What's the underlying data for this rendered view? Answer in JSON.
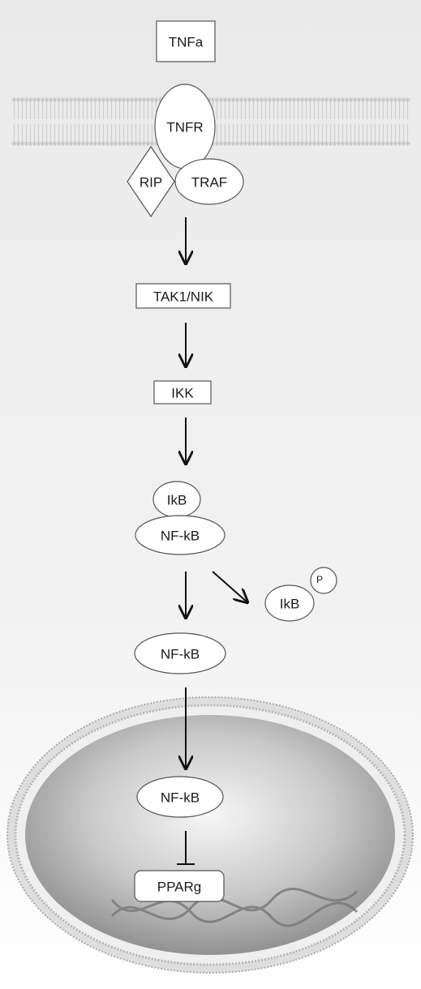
{
  "nodes": {
    "tnfa": "TNFa",
    "tnfr": "TNFR",
    "rip": "RIP",
    "traf": "TRAF",
    "tak1_nik": "TAK1/NIK",
    "ikk": "IKK",
    "ikb_bound": "IkB",
    "nfkb_bound": "NF-kB",
    "ikb_released": "IkB",
    "phospho_label": "P",
    "nfkb_free": "NF-kB",
    "nfkb_nucleus": "NF-kB",
    "pparg": "PPARg"
  },
  "colors": {
    "background_top": "#ececec",
    "background_bottom": "#ffffff",
    "node_fill": "#ffffff",
    "stroke": "#555555",
    "arrow": "#111111",
    "membrane": "#bdbdbd",
    "nucleus_center": "#f6f6f6",
    "nucleus_edge": "#8f8f8f",
    "dna": "#7a7a7a"
  },
  "edges": [
    {
      "from": "traf",
      "to": "tak1_nik",
      "type": "activation"
    },
    {
      "from": "tak1_nik",
      "to": "ikk",
      "type": "activation"
    },
    {
      "from": "ikk",
      "to": "ikb_nfkb_complex",
      "type": "activation"
    },
    {
      "from": "ikb_nfkb_complex",
      "to": "nfkb_free",
      "type": "activation"
    },
    {
      "from": "ikb_nfkb_complex",
      "to": "ikb_released",
      "type": "activation"
    },
    {
      "from": "nfkb_free",
      "to": "nfkb_nucleus",
      "type": "translocation"
    },
    {
      "from": "nfkb_nucleus",
      "to": "pparg",
      "type": "inhibition"
    }
  ]
}
